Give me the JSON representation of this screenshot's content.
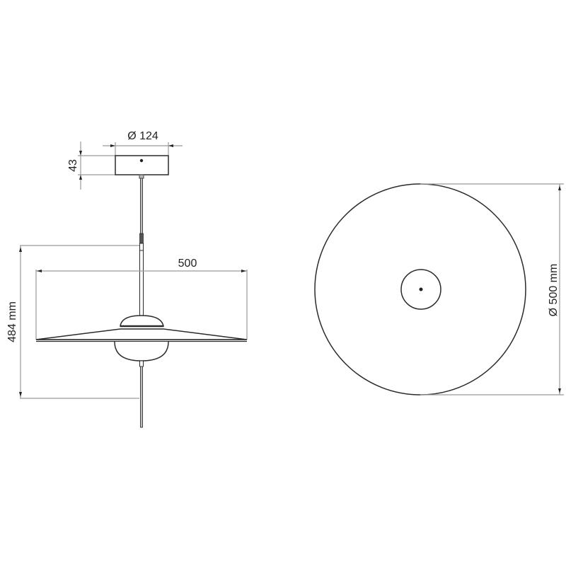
{
  "drawing": {
    "title": "Pendant lamp dimension drawing",
    "units": "mm",
    "colors": {
      "line": "#2a2a2a",
      "dimension_line": "#9a9a9a",
      "background": "#ffffff"
    }
  },
  "side_view": {
    "canopy": {
      "diameter_label": "Ø 124",
      "height_label": "43"
    },
    "shade": {
      "width_label": "500"
    },
    "overall_height_label": "484 mm"
  },
  "top_view": {
    "diameter_label": "Ø 500 mm"
  }
}
